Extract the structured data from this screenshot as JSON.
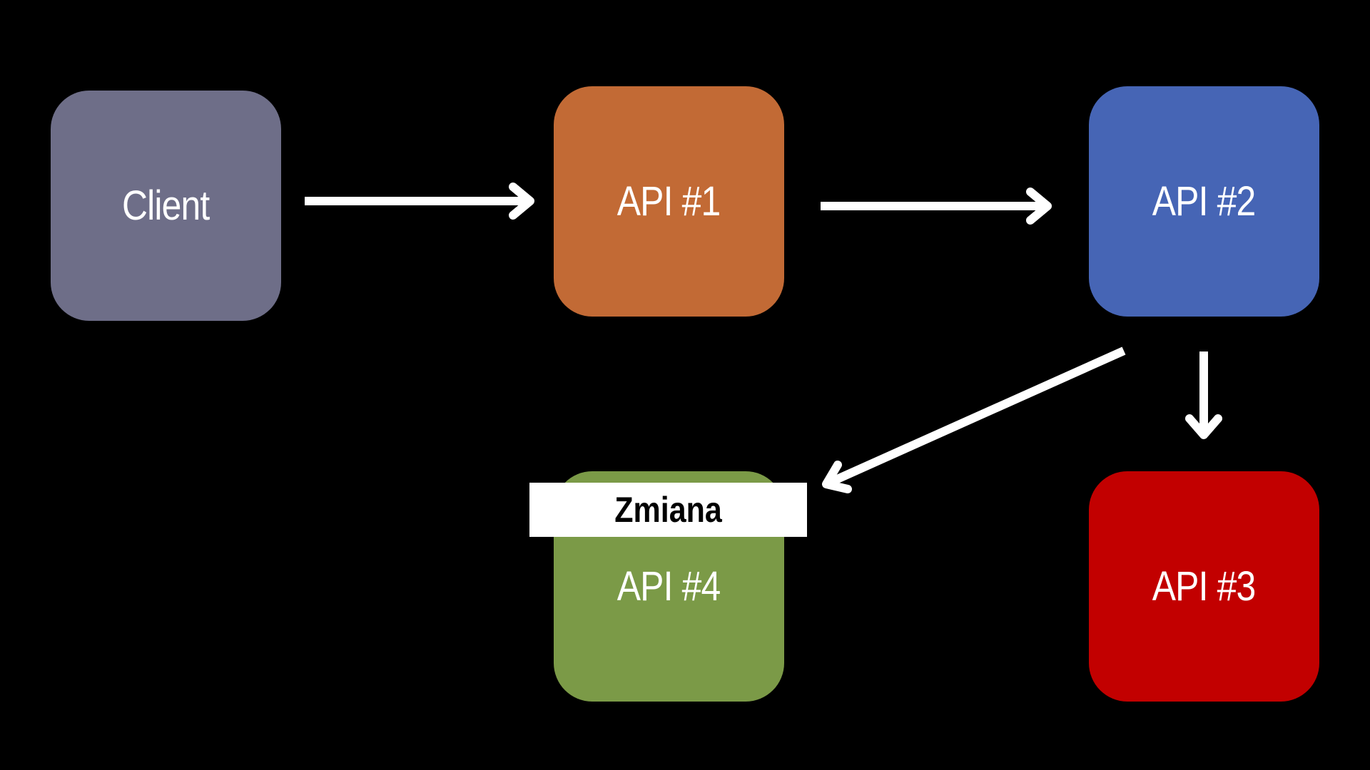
{
  "nodes": {
    "client": {
      "label": "Client",
      "color": "#6e6e88"
    },
    "api1": {
      "label": "API #1",
      "color": "#c26a35"
    },
    "api2": {
      "label": "API #2",
      "color": "#4665b5"
    },
    "api3": {
      "label": "API #3",
      "color": "#c20000"
    },
    "api4": {
      "label": "API #4",
      "color": "#7b9a47"
    }
  },
  "change_banner": {
    "label": "Zmiana"
  },
  "edges": [
    {
      "from": "Client",
      "to": "API #1"
    },
    {
      "from": "API #1",
      "to": "API #2"
    },
    {
      "from": "API #2",
      "to": "API #4"
    },
    {
      "from": "API #2",
      "to": "API #3"
    }
  ],
  "colors": {
    "background": "#000000",
    "arrow": "#ffffff",
    "banner": "#ffffff"
  }
}
